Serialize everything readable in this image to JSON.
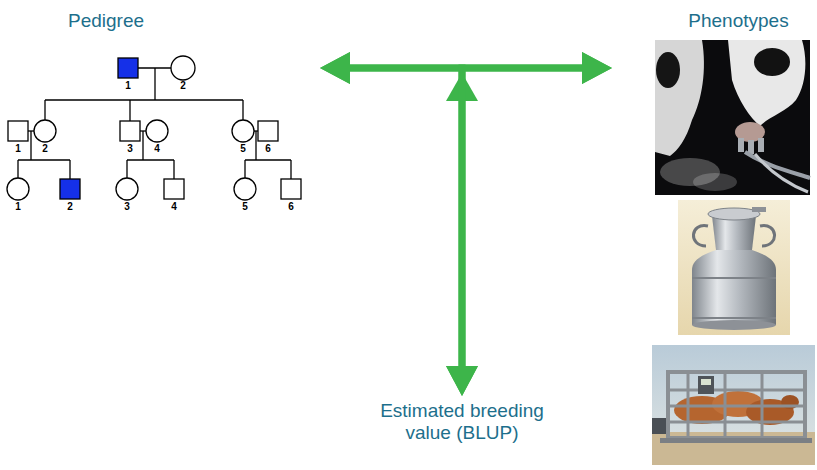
{
  "diagram": {
    "nodes": [
      {
        "text": [
          "Pedigree"
        ]
      },
      {
        "text": [
          "Phenotypes"
        ]
      },
      {
        "text": [
          "Estimated breeding value (BLUP)"
        ]
      }
    ],
    "edges": [
      {
        "from": 0,
        "to": 1,
        "arrow": "both"
      },
      {
        "from": 0,
        "to": 2,
        "arrow": "both"
      },
      {
        "from": 1,
        "to": 2,
        "arrow": "both"
      }
    ],
    "labels": [
      "1",
      "2",
      "1",
      "2",
      "3",
      "4",
      "5",
      "6",
      "1",
      "2",
      "3",
      "4",
      "5",
      "6"
    ]
  }
}
